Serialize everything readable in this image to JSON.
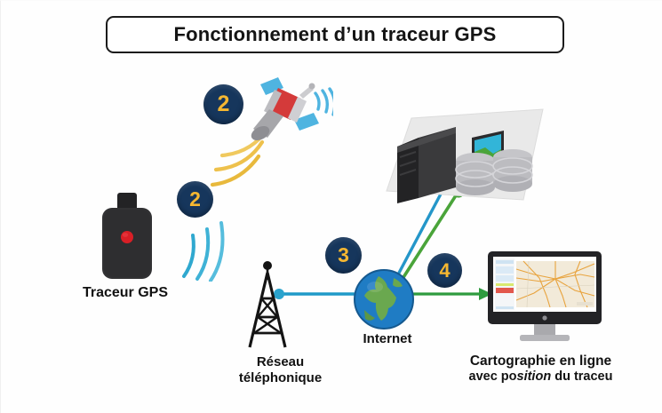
{
  "diagram": {
    "title": "Fonctionnement d’un traceur GPS",
    "background_color": "#fefefe",
    "title_border_color": "#1b1b1b"
  },
  "badges": [
    {
      "id": "badge-2a",
      "number": "2",
      "fill": "#16365c",
      "text_color": "#f5b731"
    },
    {
      "id": "badge-2b",
      "number": "2",
      "fill": "#16365c",
      "text_color": "#f5b731"
    },
    {
      "id": "badge-3",
      "number": "3",
      "fill": "#16365c",
      "text_color": "#f5b731"
    },
    {
      "id": "badge-4",
      "number": "4",
      "fill": "#16365c",
      "text_color": "#f5b731"
    }
  ],
  "nodes": {
    "tracker": {
      "label": "Traceur GPS",
      "icon": "gps-tracker-icon",
      "body_color": "#2e2e30",
      "led_color": "#d81f26"
    },
    "satellite": {
      "icon": "satellite-icon",
      "body_color": "#d43a3a",
      "panel_color": "#4fb4e0",
      "dish_color": "#9a9a9e"
    },
    "tower": {
      "label_line1": "Réseau",
      "label_line2": "téléphonique",
      "icon": "cell-tower-icon",
      "color": "#141414"
    },
    "internet": {
      "label": "Internet",
      "icon": "globe-icon",
      "ocean_color": "#1f7cc4",
      "land_color": "#6aa84f"
    },
    "server": {
      "icon": "server-rack-icon",
      "tower_color": "#2b2b2d",
      "platform_color": "#e6e6e6",
      "disk_color": "#b9b9bd",
      "screen_color": "#32b5d8"
    },
    "monitor": {
      "label_line1": "Cartographie en ligne",
      "label_line2_pre": "avec po",
      "label_line2_italic": "sition",
      "label_line2_post": " du traceu",
      "icon": "map-monitor-icon",
      "bezel_color": "#232326",
      "map_color": "#f2ead9",
      "road_color": "#e8a33d"
    }
  },
  "waves": {
    "uplink": {
      "name": "tracker-uplink-waves",
      "color": "#2fa8cf",
      "count": 3
    },
    "downlink": {
      "name": "satellite-downlink-waves",
      "color": "#e8b93c",
      "count": 3
    },
    "satellite_signal": {
      "name": "satellite-signal-arcs",
      "color": "#4fb4e0",
      "count": 3
    }
  },
  "links": [
    {
      "name": "link-tower-to-internet",
      "color": "#1f9ac8",
      "from": "tower",
      "to": "internet",
      "endpoint_dot": true
    },
    {
      "name": "link-internet-to-server-blue",
      "color": "#1f9ac8",
      "from": "internet",
      "to": "server",
      "endpoint_dot": false
    },
    {
      "name": "link-internet-to-server-green",
      "color": "#4aa43a",
      "from": "internet",
      "to": "server",
      "endpoint_dot": true
    },
    {
      "name": "link-internet-to-monitor",
      "color": "#2e9b3e",
      "from": "internet",
      "to": "monitor",
      "arrow": true
    }
  ]
}
